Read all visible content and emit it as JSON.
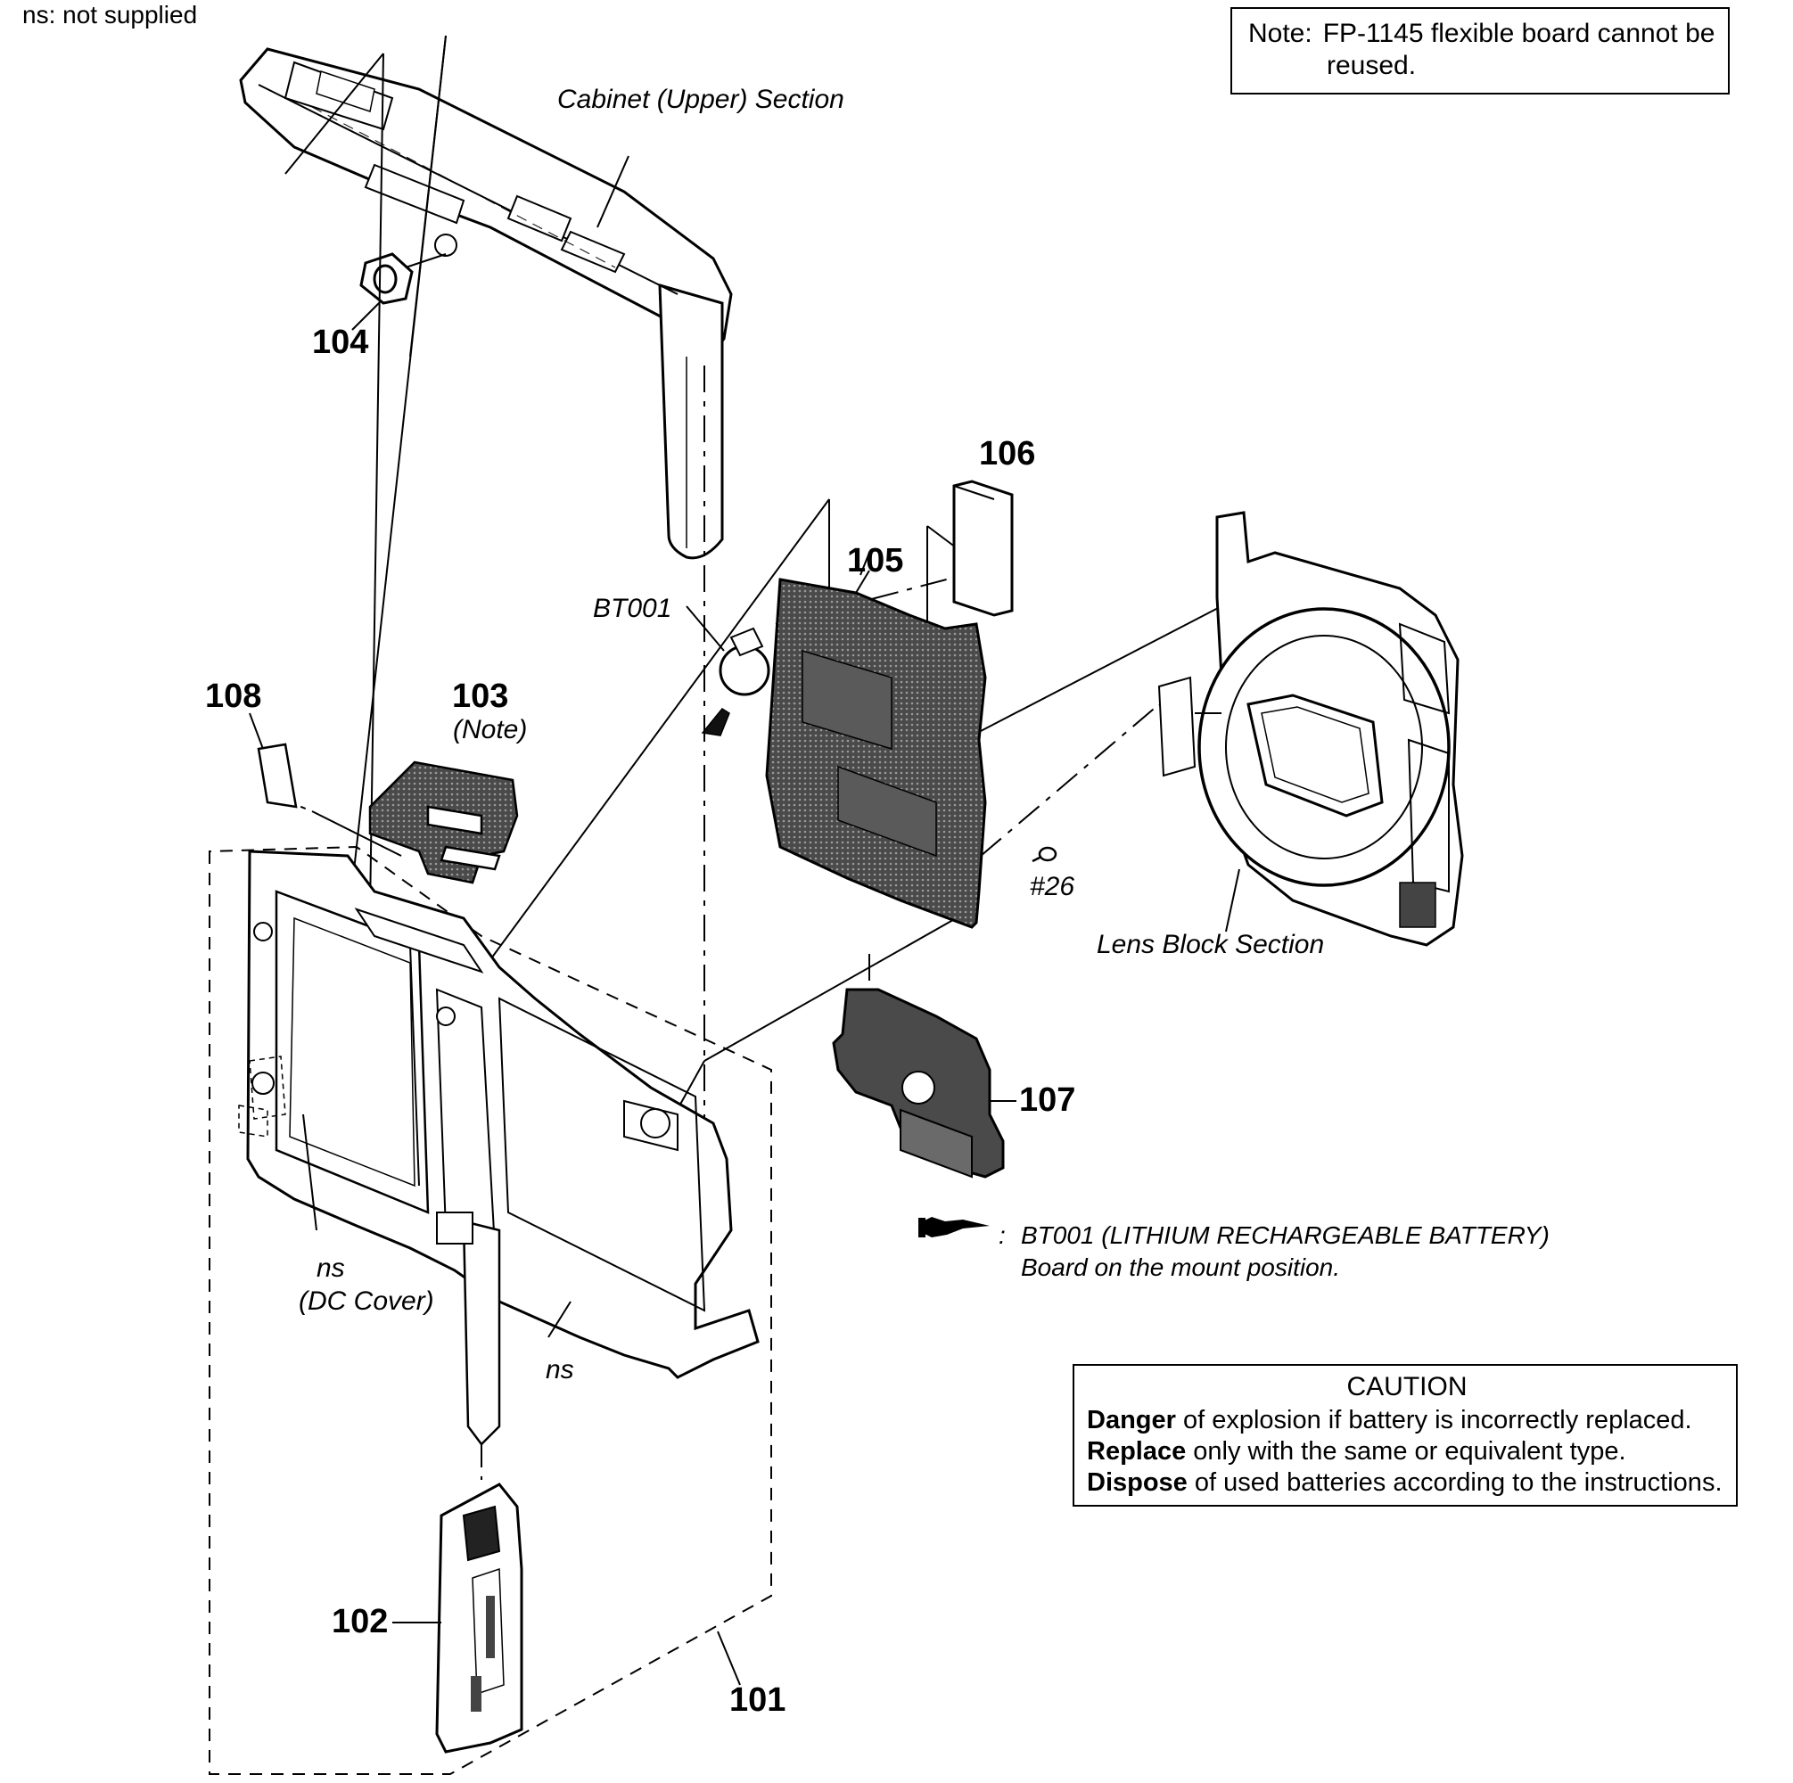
{
  "legend": {
    "ns_note": "ns: not supplied"
  },
  "note": {
    "prefix": "Note:",
    "line1": "FP-1145 flexible board cannot be",
    "line2": "reused."
  },
  "sections": {
    "cabinet_upper": "Cabinet (Upper) Section",
    "lens_block": "Lens Block Section"
  },
  "parts": {
    "p101": "101",
    "p102": "102",
    "p103": "103",
    "p103_note": "(Note)",
    "p104": "104",
    "p105": "105",
    "p106": "106",
    "p107": "107",
    "p108": "108",
    "bt001": "BT001",
    "screw26": "#26",
    "ns_dc": "ns",
    "dc_cover": "(DC Cover)",
    "ns_frame": "ns"
  },
  "battery_note": {
    "separator": ":",
    "line1": "BT001 (LITHIUM RECHARGEABLE BATTERY)",
    "line2": "Board on the mount position."
  },
  "caution": {
    "title": "CAUTION",
    "l1_bold": "Danger",
    "l1_rest": " of explosion if battery is incorrectly replaced.",
    "l2_bold": "Replace",
    "l2_rest": " only with the same or equivalent type.",
    "l3_bold": "Dispose",
    "l3_rest": " of used batteries according to the instructions."
  }
}
